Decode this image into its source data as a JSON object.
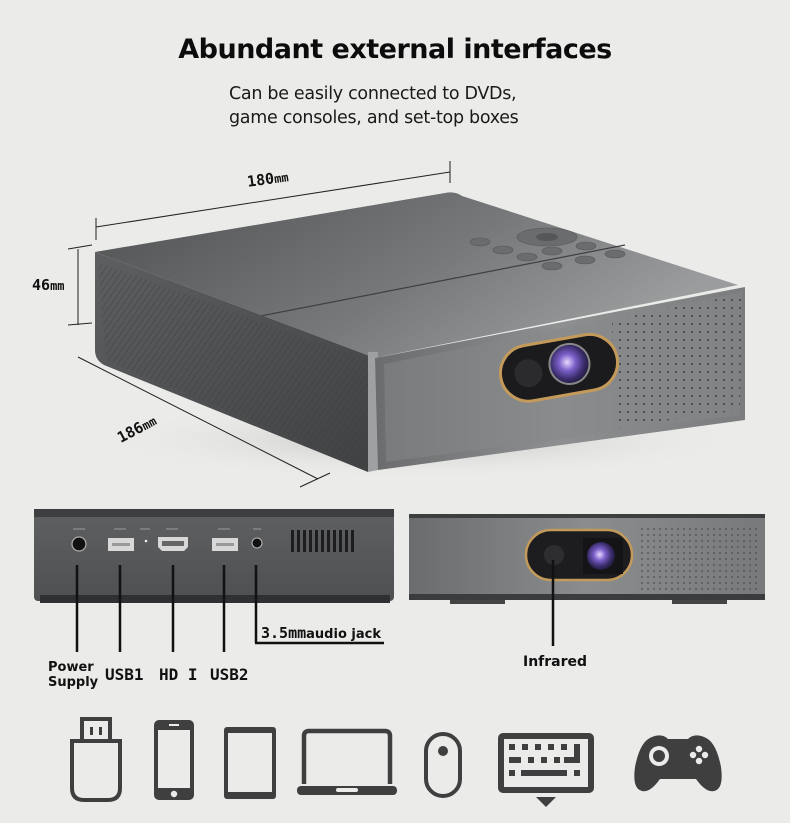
{
  "header": {
    "title": "Abundant external interfaces",
    "subtitle_line1": "Can be easily connected to DVDs,",
    "subtitle_line2": "game consoles, and set-top boxes"
  },
  "dimensions": {
    "width": "180",
    "height": "46",
    "depth": "186",
    "unit": "mm"
  },
  "rear_panel": {
    "ports": [
      {
        "id": "power",
        "label_line1": "Power",
        "label_line2": "Supply"
      },
      {
        "id": "usb1",
        "label": "USB1"
      },
      {
        "id": "hdmi",
        "label": "HD I"
      },
      {
        "id": "usb2",
        "label": "USB2"
      },
      {
        "id": "audio",
        "label_prefix": "3.5mm",
        "label_suffix": "audio jack"
      }
    ]
  },
  "front_panel": {
    "callout": "Infrared"
  },
  "compatible_devices": [
    {
      "icon": "usb-drive-icon"
    },
    {
      "icon": "smartphone-icon"
    },
    {
      "icon": "tablet-icon"
    },
    {
      "icon": "laptop-icon"
    },
    {
      "icon": "mouse-icon"
    },
    {
      "icon": "keyboard-icon"
    },
    {
      "icon": "gamepad-icon"
    }
  ],
  "colors": {
    "background": "#ebebe9",
    "device_body": "#5a5c5e",
    "icon": "#3f3f3f",
    "lens_ring": "#c49a5a"
  }
}
